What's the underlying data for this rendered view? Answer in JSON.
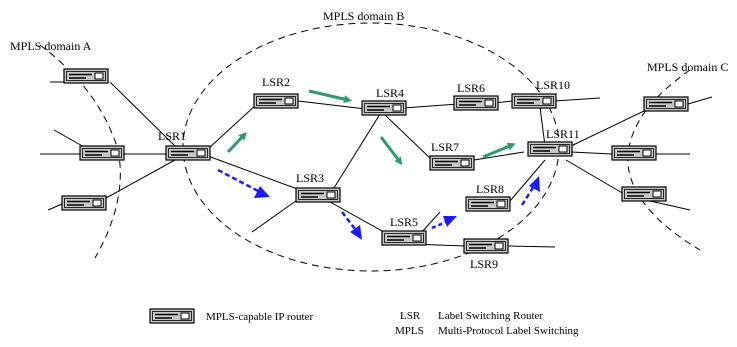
{
  "domains": {
    "a": "MPLS domain A",
    "b": "MPLS domain B",
    "c": "MPLS domain C"
  },
  "routers": {
    "lsr1": "LSR1",
    "lsr2": "LSR2",
    "lsr3": "LSR3",
    "lsr4": "LSR4",
    "lsr5": "LSR5",
    "lsr6": "LSR6",
    "lsr7": "LSR7",
    "lsr8": "LSR8",
    "lsr9": "LSR9",
    "lsr10": "LSR10",
    "lsr11": "LSR11"
  },
  "legend": {
    "router": "MPLS-capable IP router",
    "lsr_abbr": "LSR",
    "lsr_def": "Label Switching Router",
    "mpls_abbr": "MPLS",
    "mpls_def": "Multi-Protocol Label Switching"
  },
  "colors": {
    "router_fill": "#c8c8c8",
    "green_path": "#2e9b6a",
    "blue_path": "#1a1aff"
  }
}
